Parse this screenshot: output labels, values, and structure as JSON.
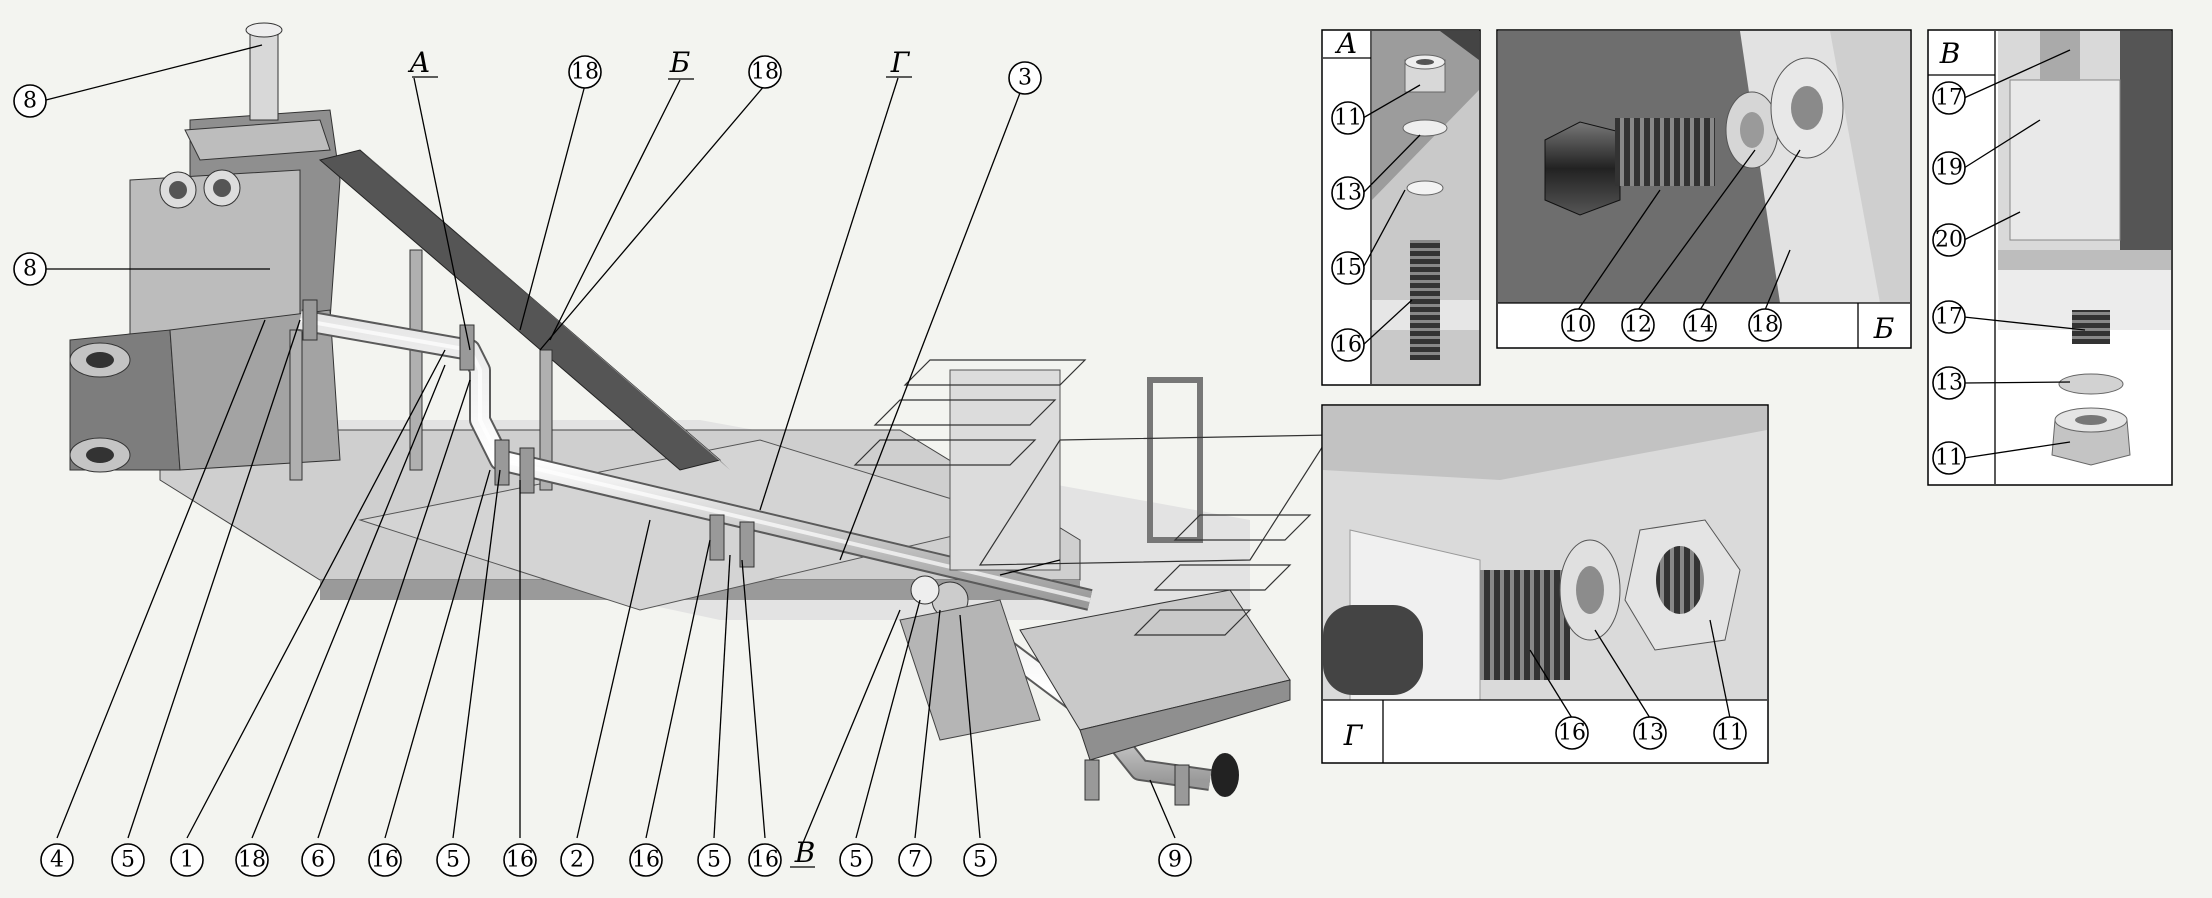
{
  "views": {
    "a": "А",
    "b": "Б",
    "v": "В",
    "g": "Г"
  },
  "main_callouts": {
    "c8_top": "8",
    "c8_mid": "8",
    "c18_a": "18",
    "c18_b": "18",
    "c3": "3",
    "b4": "4",
    "b5a": "5",
    "b1": "1",
    "b18": "18",
    "b6": "6",
    "b16a": "16",
    "b5b": "5",
    "b16b": "16",
    "b2": "2",
    "b16c": "16",
    "b5c": "5",
    "b16d": "16",
    "b5d": "5",
    "b7": "7",
    "b5e": "5",
    "b9": "9"
  },
  "detail_a_callouts": {
    "c11": "11",
    "c13": "13",
    "c15": "15",
    "c16": "16"
  },
  "detail_b_callouts": {
    "c10": "10",
    "c12": "12",
    "c14": "14",
    "c18": "18"
  },
  "detail_v_callouts": {
    "c17a": "17",
    "c19": "19",
    "c20": "20",
    "c17b": "17",
    "c13": "13",
    "c11": "11"
  },
  "detail_g_callouts": {
    "c16": "16",
    "c13": "13",
    "c11": "11"
  }
}
